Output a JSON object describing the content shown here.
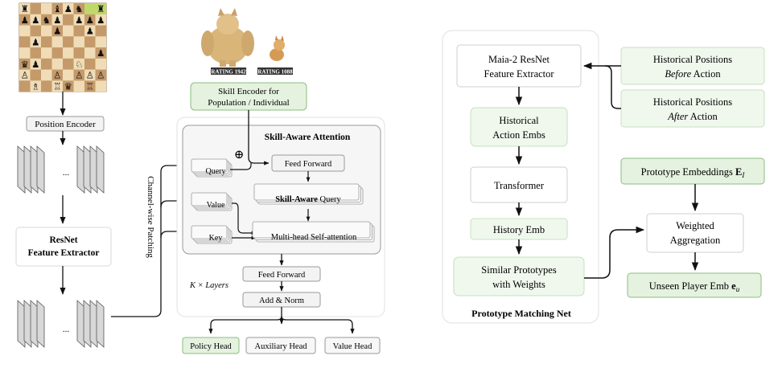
{
  "colors": {
    "green_fill": "#e4f2df",
    "green_stroke": "#8bbd82",
    "light_green_fill": "#f0f8ee",
    "light_green_stroke": "#c5e0bf",
    "panel_fill": "#f6f6f6",
    "panel_stroke": "#d2d2d2",
    "box_stroke": "#9a9a9a"
  },
  "left": {
    "position_encoder": "Position Encoder",
    "resnet_line1": "ResNet",
    "resnet_line2": "Feature Extractor",
    "ellipsis_top": "...",
    "ellipsis_bottom": "...",
    "channel_patching": "Channel-wise Patching"
  },
  "middle": {
    "rating_high": "RATING 1942",
    "rating_low": "RATING 1088",
    "skill_encoder_line1": "Skill Encoder for",
    "skill_encoder_line2": "Population / Individual",
    "panel_title": "Skill-Aware Attention",
    "oplus": "⊕",
    "query": "Query",
    "value": "Value",
    "key": "Key",
    "feed_forward_inner": "Feed Forward",
    "skill_aware_query_bold": "Skill-Aware",
    "skill_aware_query_rest": "Query",
    "mhsa": "Multi-head Self-attention",
    "k_layers": "K × Layers",
    "feed_forward": "Feed Forward",
    "add_norm": "Add & Norm",
    "policy_head": "Policy Head",
    "auxiliary_head": "Auxiliary Head",
    "value_head": "Value Head"
  },
  "right": {
    "maia_line1": "Maia-2 ResNet",
    "maia_line2": "Feature Extractor",
    "hist_action_line1": "Historical",
    "hist_action_line2": "Action Embs",
    "transformer": "Transformer",
    "history_emb": "History Emb",
    "similar_line1": "Similar Prototypes",
    "similar_line2": "with Weights",
    "panel_title": "Prototype Matching Net",
    "hist_before_line1": "Historical Positions",
    "hist_before_italic": "Before",
    "hist_before_rest": "Action",
    "hist_after_line1": "Historical Positions",
    "hist_after_italic": "After",
    "hist_after_rest": "Action",
    "proto_emb_text": "Prototype Embeddings",
    "proto_emb_symbol": "E",
    "proto_emb_sub": "I",
    "weighted_line1": "Weighted",
    "weighted_line2": "Aggregation",
    "unseen_text": "Unseen Player Emb",
    "unseen_symbol": "e",
    "unseen_sub": "u"
  },
  "chess_pieces": [
    "♜",
    "♟",
    "♞",
    "♝",
    "♛",
    "♘",
    "♙",
    "♗",
    "♖"
  ]
}
